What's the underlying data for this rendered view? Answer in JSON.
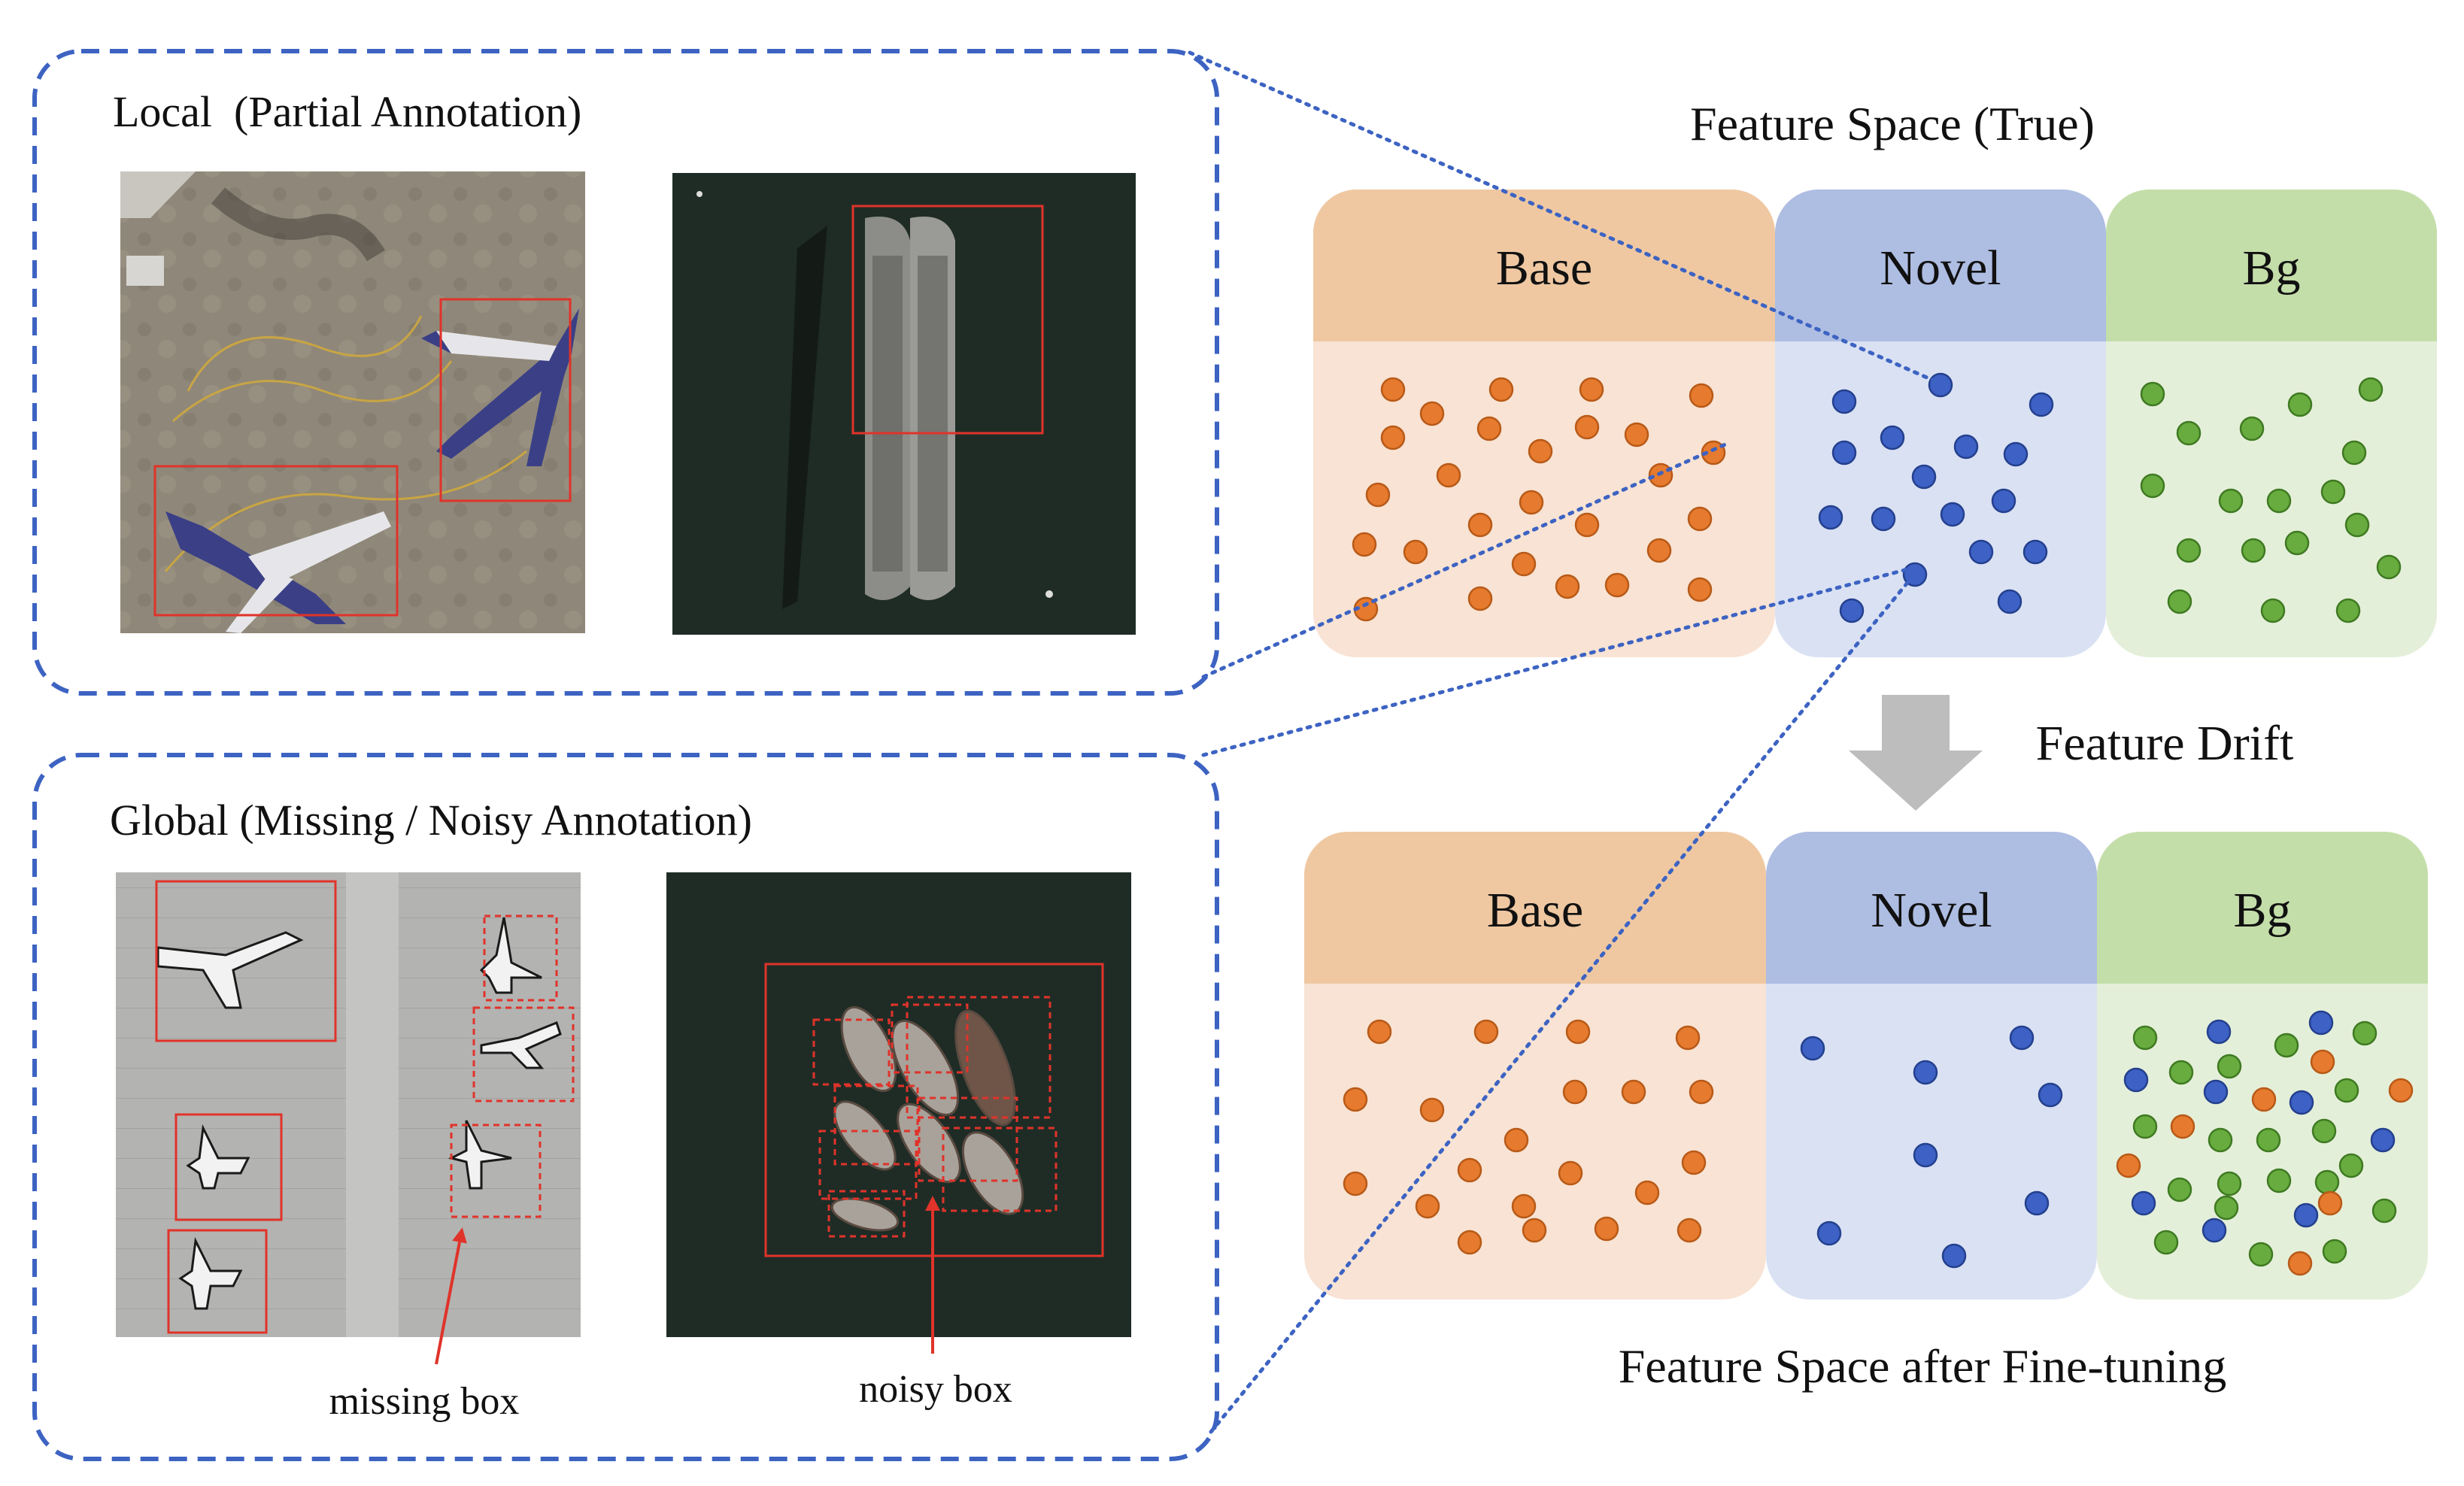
{
  "local_panel": {
    "title": "Local  (Partial Annotation)"
  },
  "global_panel": {
    "title": "Global (Missing / Noisy Annotation)",
    "missing_label": "missing box",
    "noisy_label": "noisy box"
  },
  "true_space": {
    "title": "Feature Space (True)",
    "cols": {
      "base": "Base",
      "novel": "Novel",
      "bg": "Bg"
    }
  },
  "drift": {
    "label": "Feature Drift"
  },
  "finetune_space": {
    "title": "Feature Space after Fine-tuning",
    "cols": {
      "base": "Base",
      "novel": "Novel",
      "bg": "Bg"
    }
  },
  "colors": {
    "base_header": "#efc8a2",
    "base_body": "#f8e3d4",
    "base_dot": "#e67a2e",
    "novel_header": "#aebde2",
    "novel_body": "#d9e1f3",
    "novel_dot": "#3d61c4",
    "bg_header": "#c4deaa",
    "bg_body": "#e4efd9",
    "bg_dot": "#68ac3f",
    "dashed_frame": "#3d63c2",
    "box_red": "#e0332a"
  }
}
